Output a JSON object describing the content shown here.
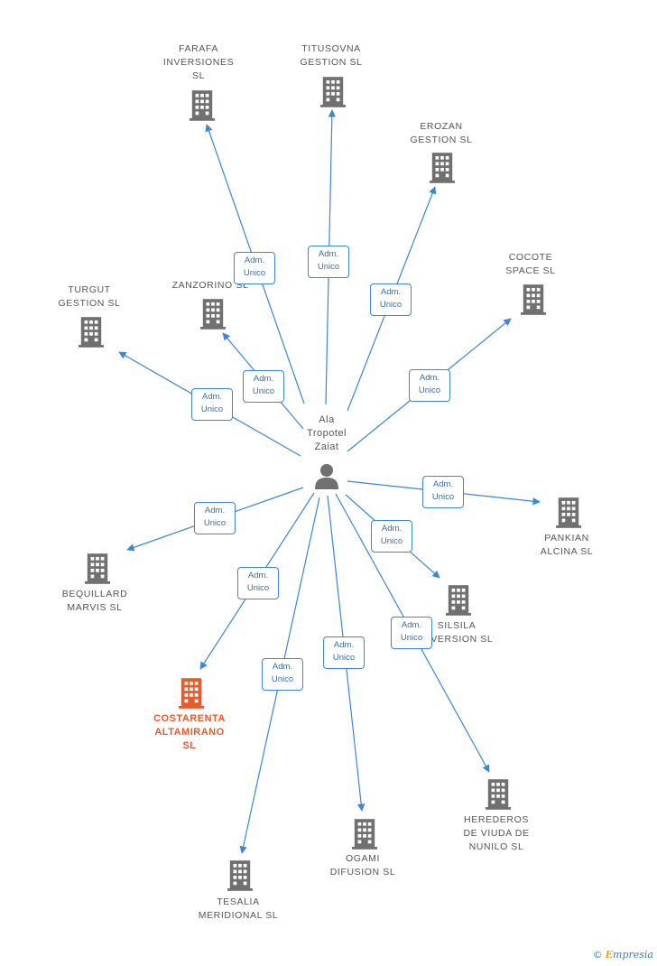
{
  "center": {
    "name": "Ala\nTropotel\nZaiat",
    "icon": "person-icon"
  },
  "relation_label": [
    "Adm.",
    "Unico"
  ],
  "companies": [
    {
      "id": "farafa",
      "name": "FARAFA\nINVERSIONES\nSL",
      "highlight": false
    },
    {
      "id": "titusovna",
      "name": "TITUSOVNA\nGESTION SL",
      "highlight": false
    },
    {
      "id": "erozan",
      "name": "EROZAN\nGESTION SL",
      "highlight": false
    },
    {
      "id": "cocote",
      "name": "COCOTE\nSPACE SL",
      "highlight": false
    },
    {
      "id": "turgut",
      "name": "TURGUT\nGESTION SL",
      "highlight": false
    },
    {
      "id": "zanzorino",
      "name": "ZANZORINO SL",
      "highlight": false
    },
    {
      "id": "pankian",
      "name": "PANKIAN\nALCINA SL",
      "highlight": false
    },
    {
      "id": "bequillard",
      "name": "BEQUILLARD\nMARVIS SL",
      "highlight": false
    },
    {
      "id": "silsila",
      "name": "SILSILA\nINVERSION SL",
      "highlight": false
    },
    {
      "id": "costarenta",
      "name": "COSTARENTA\nALTAMIRANO\nSL",
      "highlight": true
    },
    {
      "id": "herederos",
      "name": "HEREDEROS\nDE VIUDA DE\nNUNILO SL",
      "highlight": false
    },
    {
      "id": "ogami",
      "name": "OGAMI\nDIFUSION SL",
      "highlight": false
    },
    {
      "id": "tesalia",
      "name": "TESALIA\nMERIDIONAL SL",
      "highlight": false
    }
  ],
  "colors": {
    "edge": "#3a86d8",
    "building": "#707070",
    "highlight": "#e85a2a",
    "text": "#555555"
  },
  "brand": {
    "copyright": "©",
    "initial": "E",
    "rest": "mpresia"
  }
}
